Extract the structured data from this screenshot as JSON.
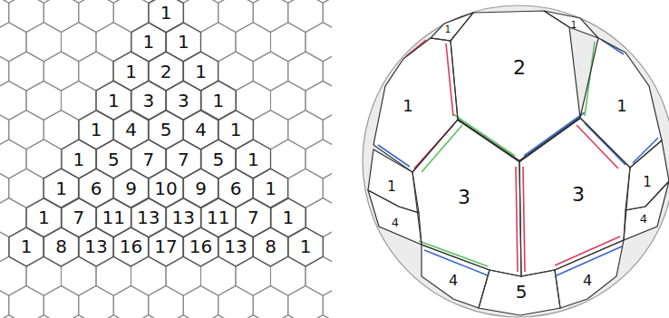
{
  "diagram": {
    "nodes": [
      {
        "text": [
          "1"
        ]
      },
      {
        "text": [
          "1"
        ]
      },
      {
        "text": [
          "1"
        ]
      },
      {
        "text": [
          "1"
        ]
      },
      {
        "text": [
          "2"
        ]
      },
      {
        "text": [
          "1"
        ]
      },
      {
        "text": [
          "1"
        ]
      },
      {
        "text": [
          "3"
        ]
      },
      {
        "text": [
          "3"
        ]
      },
      {
        "text": [
          "1"
        ]
      },
      {
        "text": [
          "1"
        ]
      },
      {
        "text": [
          "4"
        ]
      },
      {
        "text": [
          "5"
        ]
      },
      {
        "text": [
          "4"
        ]
      },
      {
        "text": [
          "1"
        ]
      },
      {
        "text": [
          "1"
        ]
      },
      {
        "text": [
          "5"
        ]
      },
      {
        "text": [
          "7"
        ]
      },
      {
        "text": [
          "7"
        ]
      },
      {
        "text": [
          "5"
        ]
      },
      {
        "text": [
          "1"
        ]
      },
      {
        "text": [
          "1"
        ]
      },
      {
        "text": [
          "6"
        ]
      },
      {
        "text": [
          "9"
        ]
      },
      {
        "text": [
          "10"
        ]
      },
      {
        "text": [
          "9"
        ]
      },
      {
        "text": [
          "6"
        ]
      },
      {
        "text": [
          "1"
        ]
      },
      {
        "text": [
          "1"
        ]
      },
      {
        "text": [
          "7"
        ]
      },
      {
        "text": [
          "11"
        ]
      },
      {
        "text": [
          "13"
        ]
      },
      {
        "text": [
          "13"
        ]
      },
      {
        "text": [
          "11"
        ]
      },
      {
        "text": [
          "7"
        ]
      },
      {
        "text": [
          "1"
        ]
      },
      {
        "text": [
          "1"
        ]
      },
      {
        "text": [
          "8"
        ]
      },
      {
        "text": [
          "13"
        ]
      },
      {
        "text": [
          "16"
        ]
      },
      {
        "text": [
          "17"
        ]
      },
      {
        "text": [
          "16"
        ]
      },
      {
        "text": [
          "13"
        ]
      },
      {
        "text": [
          "8"
        ]
      },
      {
        "text": [
          "1"
        ]
      },
      {
        "text": [
          "1"
        ]
      },
      {
        "text": [
          "2"
        ]
      },
      {
        "text": [
          "1"
        ]
      },
      {
        "text": [
          "1"
        ]
      },
      {
        "text": [
          "1"
        ]
      },
      {
        "text": [
          "3"
        ]
      },
      {
        "text": [
          "3"
        ]
      },
      {
        "text": [
          "1"
        ]
      },
      {
        "text": [
          "1"
        ]
      },
      {
        "text": [
          "4"
        ]
      },
      {
        "text": [
          "4"
        ]
      },
      {
        "text": [
          "4"
        ]
      },
      {
        "text": [
          "5"
        ]
      },
      {
        "text": [
          "4"
        ]
      }
    ]
  }
}
